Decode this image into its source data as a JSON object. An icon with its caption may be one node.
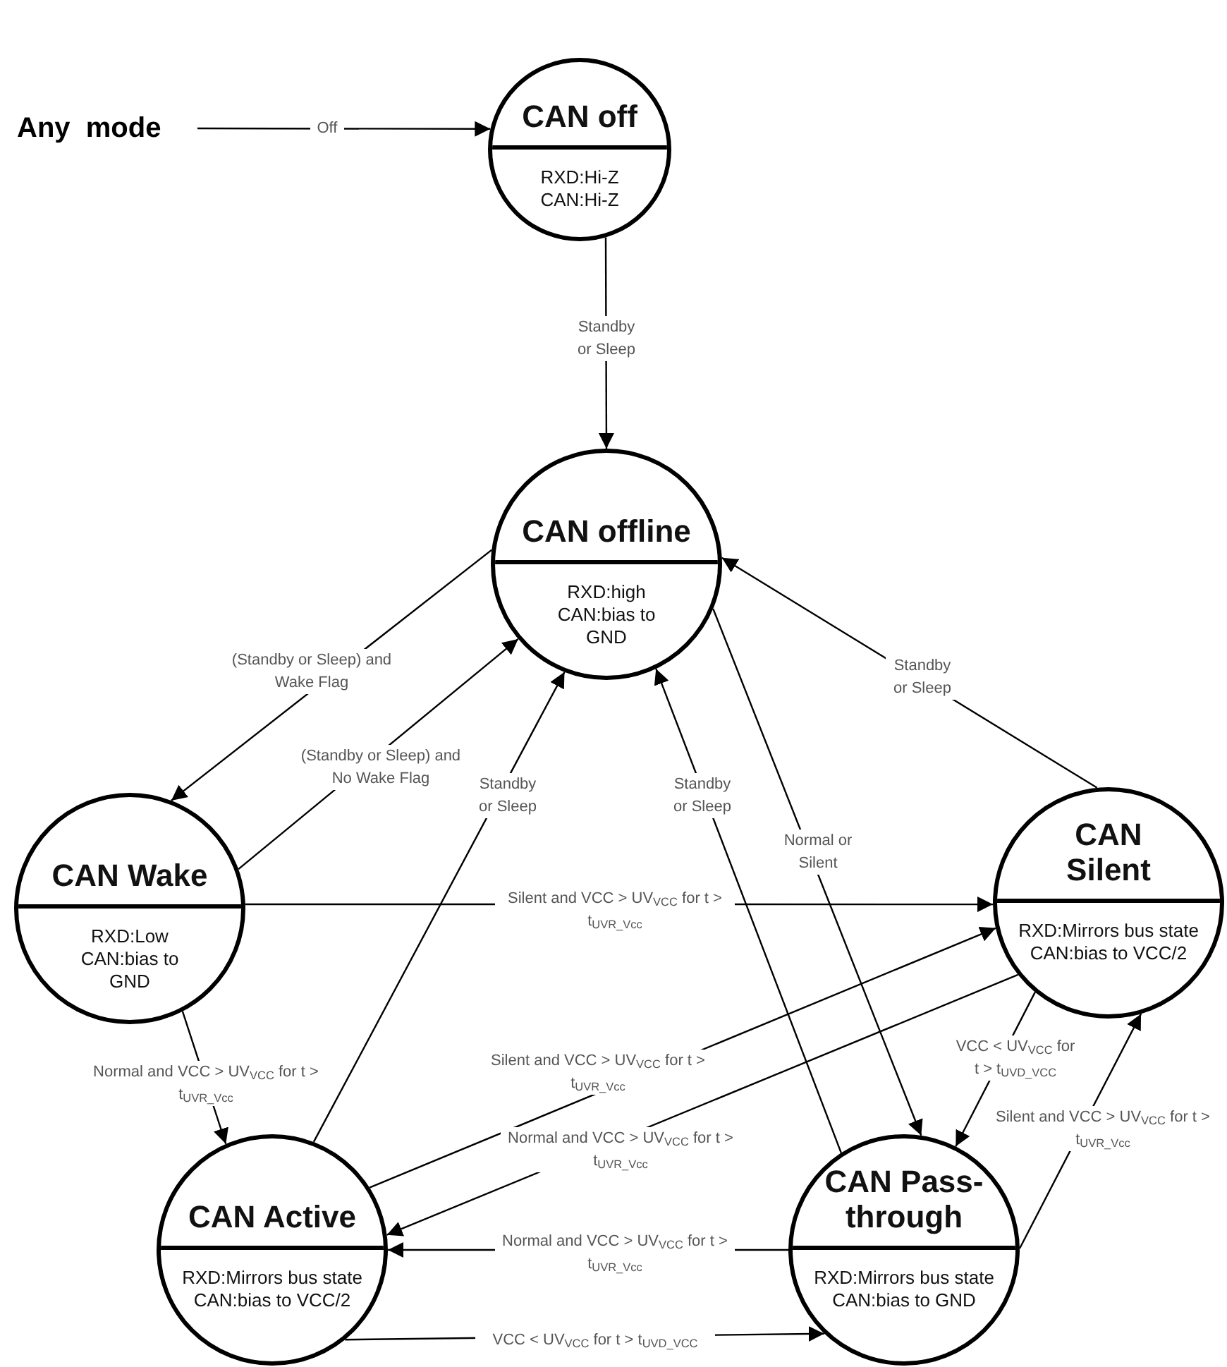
{
  "diagram": {
    "nodes": [
      {
        "text": [
          "Any  mode"
        ]
      },
      {
        "text": [
          "CAN off",
          "RXD:Hi-Z CAN:Hi-Z"
        ]
      },
      {
        "text": [
          "CAN offline",
          "RXD:high CAN:bias to GND"
        ]
      },
      {
        "text": [
          "CAN Wake",
          "RXD:Low CAN:bias to GND"
        ]
      },
      {
        "text": [
          "CAN Active",
          "RXD:Mirrors bus state CAN:bias to VCC/2"
        ]
      },
      {
        "text": [
          "CAN Silent",
          "RXD:Mirrors bus state CAN:bias to VCC/2"
        ]
      },
      {
        "text": [
          "CAN Pass-through",
          "RXD:Mirrors bus state CAN:bias to GND"
        ]
      }
    ],
    "edges": [
      {
        "from": 0,
        "to": 1,
        "arrow": "to",
        "label": "Off"
      },
      {
        "from": 1,
        "to": 2,
        "arrow": "to",
        "label": "Standby or Sleep"
      },
      {
        "from": 2,
        "to": 3,
        "arrow": "to",
        "label": "(Standby or Sleep) and Wake Flag"
      },
      {
        "from": 3,
        "to": 2,
        "arrow": "to",
        "label": "(Standby or Sleep) and No Wake Flag"
      },
      {
        "from": 4,
        "to": 2,
        "arrow": "to",
        "label": "Standby or Sleep"
      },
      {
        "from": 6,
        "to": 2,
        "arrow": "to",
        "label": "Standby or Sleep"
      },
      {
        "from": 2,
        "to": 6,
        "arrow": "to",
        "label": "Normal or Silent"
      },
      {
        "from": 5,
        "to": 2,
        "arrow": "to",
        "label": "Standby or Sleep"
      },
      {
        "from": 3,
        "to": 5,
        "arrow": "to",
        "label": "Silent and VCC > UV$_{VCC}$ for t > t$_{UVR_Vcc}$"
      },
      {
        "from": 3,
        "to": 4,
        "arrow": "to",
        "label": "Normal and VCC > UV$_{VCC}$ for t > t$_{UVR_Vcc}$"
      },
      {
        "from": 4,
        "to": 5,
        "arrow": "to",
        "label": "Silent and VCC > UV$_{VCC}$ for t > t$_{UVR_Vcc}$"
      },
      {
        "from": 5,
        "to": 4,
        "arrow": "to",
        "label": "Normal and VCC > UV$_{VCC}$ for t > t$_{UVR_Vcc}$"
      },
      {
        "from": 6,
        "to": 4,
        "arrow": "to",
        "label": "Normal and VCC > UV$_{VCC}$ for t > t$_{UVR_Vcc}$"
      },
      {
        "from": 4,
        "to": 6,
        "arrow": "to",
        "label": "VCC < UV$_{VCC}$ for t > t$_{UVD_VCC}$"
      },
      {
        "from": 5,
        "to": 6,
        "arrow": "to",
        "label": "VCC < UV$_{VCC}$ for t > t$_{UVD_VCC}$"
      },
      {
        "from": 6,
        "to": 5,
        "arrow": "to",
        "label": "Silent and VCC > UV$_{VCC}$ for t > t$_{UVR_Vcc}$"
      }
    ]
  }
}
